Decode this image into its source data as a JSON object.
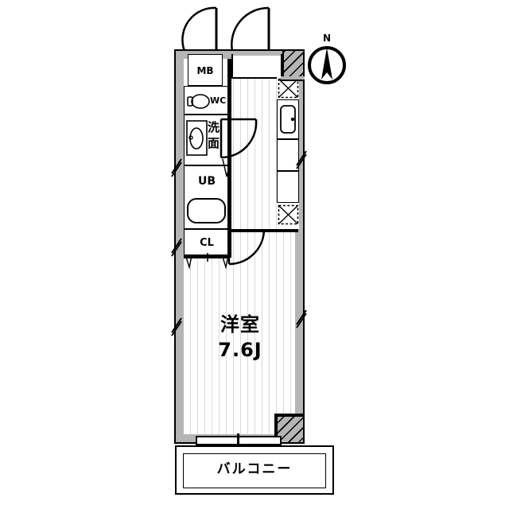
{
  "plan": {
    "title": "Japanese apartment floor plan",
    "layout_type": "1K",
    "compass": {
      "label": "N",
      "name": "north-compass"
    },
    "rooms": [
      {
        "key": "main_room",
        "label_line1": "洋室",
        "label_line2": "7.6J",
        "name": "western-room"
      },
      {
        "key": "balcony",
        "label": "バルコニー",
        "name": "balcony"
      },
      {
        "key": "meter_box",
        "label": "MB",
        "name": "meter-box"
      },
      {
        "key": "toilet",
        "label": "WC",
        "name": "toilet"
      },
      {
        "key": "washbasin",
        "label_line1": "洗",
        "label_line2": "面",
        "name": "washbasin"
      },
      {
        "key": "unit_bath",
        "label": "UB",
        "name": "unit-bath"
      },
      {
        "key": "closet",
        "label": "CL",
        "name": "closet"
      }
    ],
    "fixtures": [
      {
        "key": "toilet_bowl",
        "name": "toilet-fixture"
      },
      {
        "key": "sink_basin",
        "name": "washbasin-fixture"
      },
      {
        "key": "bathtub",
        "name": "bathtub-fixture"
      },
      {
        "key": "kitchen_sink",
        "name": "kitchen-sink-fixture"
      },
      {
        "key": "stove",
        "name": "stove-fixture"
      }
    ],
    "doors": [
      {
        "key": "entry_door_left",
        "name": "entry-door-left"
      },
      {
        "key": "entry_door_right",
        "name": "entry-door-right"
      },
      {
        "key": "washroom_door",
        "name": "washroom-door"
      },
      {
        "key": "room_door",
        "name": "room-door"
      },
      {
        "key": "balcony_door",
        "name": "balcony-sliding-door"
      }
    ],
    "colors": {
      "wall": "#b5b5b5",
      "outline": "#000000",
      "floor": "#ffffff",
      "stripe": "#d8d8d8"
    }
  }
}
